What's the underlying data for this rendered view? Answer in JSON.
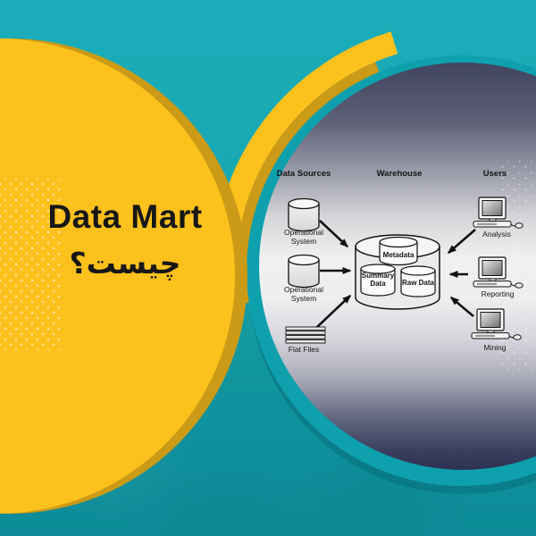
{
  "title_panel": {
    "title": "Data Mart",
    "subtitle_fa": "چیست؟"
  },
  "diagram": {
    "headers": [
      "Data Sources",
      "Warehouse",
      "Users"
    ],
    "sources": [
      {
        "icon": "database-cylinder",
        "label": "Operational System"
      },
      {
        "icon": "database-cylinder",
        "label": "Operational System"
      },
      {
        "icon": "flat-files-stack",
        "label": "Flat Files"
      }
    ],
    "warehouse_components": [
      "Metadata",
      "Summary Data",
      "Raw Data"
    ],
    "users": [
      {
        "icon": "desktop-computer",
        "label": "Analysis"
      },
      {
        "icon": "desktop-computer",
        "label": "Reporting"
      },
      {
        "icon": "desktop-computer",
        "label": "Mining"
      }
    ]
  },
  "colors": {
    "background_teal": "#16a4b0",
    "background_teal_dark": "#0d8b98",
    "accent_yellow": "#fcc11c",
    "accent_gold": "#cb9a16",
    "ring_teal": "#0fa0ae",
    "diagram_top": "#414460",
    "diagram_mid": "#f0f0f1",
    "diagram_bottom": "#2d3253",
    "text_dark": "#171717"
  }
}
